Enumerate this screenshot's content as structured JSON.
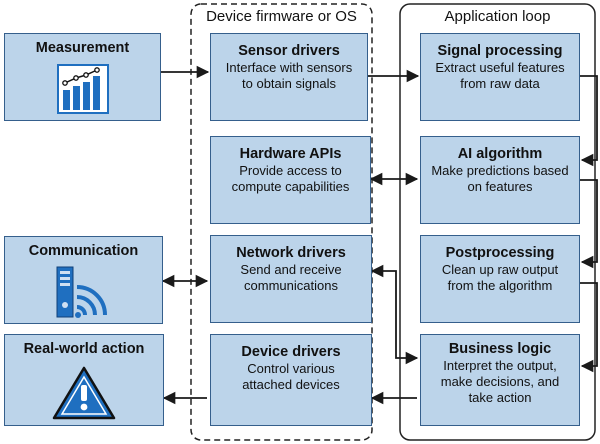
{
  "containers": {
    "firmware": "Device firmware or OS",
    "app_loop": "Application loop"
  },
  "left": {
    "measurement": {
      "title": "Measurement",
      "icon": "bar-chart-icon"
    },
    "communication": {
      "title": "Communication",
      "icon": "wifi-server-icon"
    },
    "action": {
      "title": "Real-world action",
      "icon": "warning-icon"
    }
  },
  "middle": {
    "sensor": {
      "title": "Sensor drivers",
      "desc": [
        "Interface with sensors",
        "to obtain signals"
      ]
    },
    "hardware": {
      "title": "Hardware APIs",
      "desc": [
        "Provide access to",
        "compute capabilities"
      ]
    },
    "network": {
      "title": "Network drivers",
      "desc": [
        "Send and receive",
        "communications"
      ]
    },
    "device": {
      "title": "Device drivers",
      "desc": [
        "Control various",
        "attached devices"
      ]
    }
  },
  "right": {
    "signal": {
      "title": "Signal processing",
      "desc": [
        "Extract useful features",
        "from raw data"
      ]
    },
    "ai": {
      "title": "AI algorithm",
      "desc": [
        "Make predictions based",
        "on features"
      ]
    },
    "post": {
      "title": "Postprocessing",
      "desc": [
        "Clean up raw output",
        "from the algorithm"
      ]
    },
    "business": {
      "title": "Business logic",
      "desc": [
        "Interpret the output,",
        "make decisions, and",
        "take action"
      ]
    }
  },
  "colors": {
    "box_fill": "#bcd4ea",
    "box_border": "#355f8c",
    "icon_blue": "#1f6fc0",
    "line": "#1a1a1a"
  }
}
